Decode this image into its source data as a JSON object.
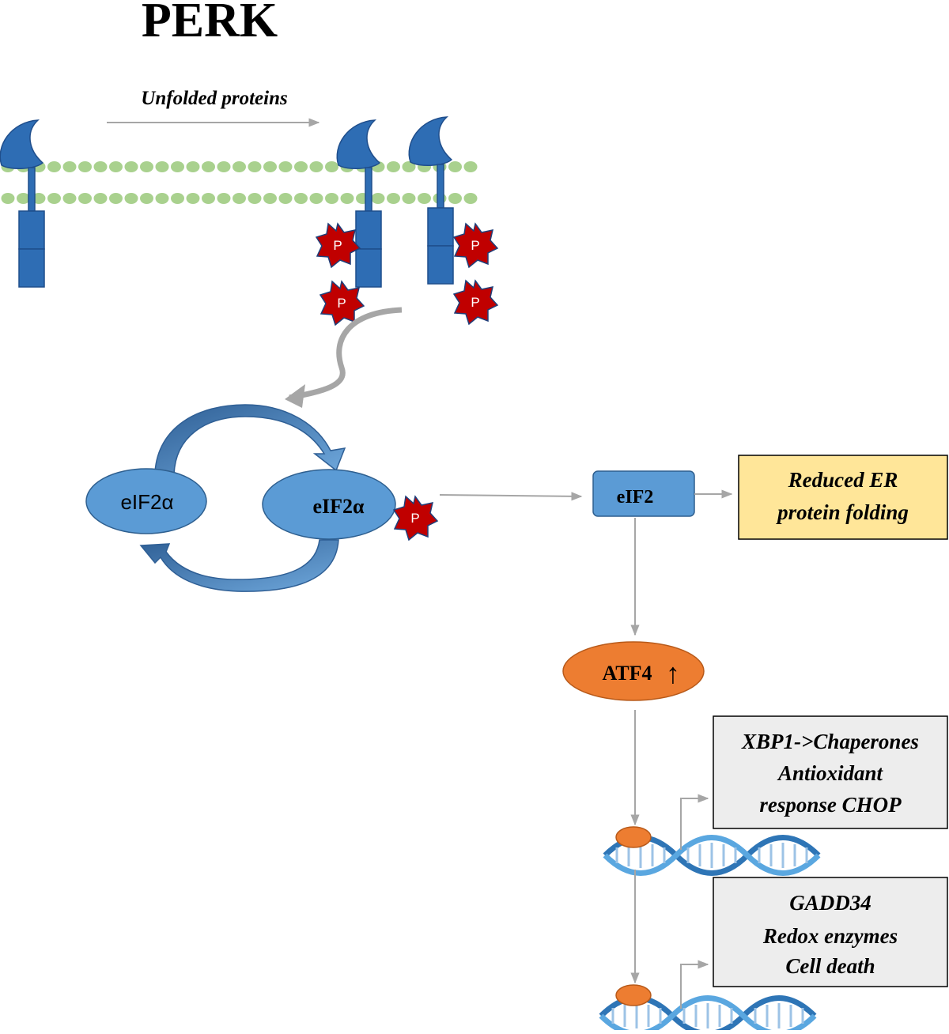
{
  "title": "PERK",
  "unfolded_label": "Unfolded proteins",
  "phospho_label": "P",
  "eif2a_left": "eIF2α",
  "eif2a_right": "eIF2α",
  "eif2_label": "eIF2",
  "reduced_box": {
    "line1": "Reduced ER",
    "line2": "protein folding"
  },
  "atf4_label": "ATF4",
  "upregulation_symbol": "↑",
  "targets1": {
    "line1": "XBP1->Chaperones",
    "line2": "Antioxidant",
    "line3": "response CHOP"
  },
  "targets2": {
    "line1": "GADD34",
    "line2": "Redox enzymes",
    "line3": "Cell death"
  },
  "colors": {
    "receptor": "#2e6db4",
    "receptor_dark": "#1f4e8c",
    "membrane": "#a9d18e",
    "phospho": "#c00000",
    "ellipse": "#5b9bd5",
    "atf4": "#ed7d31",
    "yellow_box": "#ffe699",
    "gray_box": "#ededed",
    "arrow": "#a6a6a6"
  }
}
